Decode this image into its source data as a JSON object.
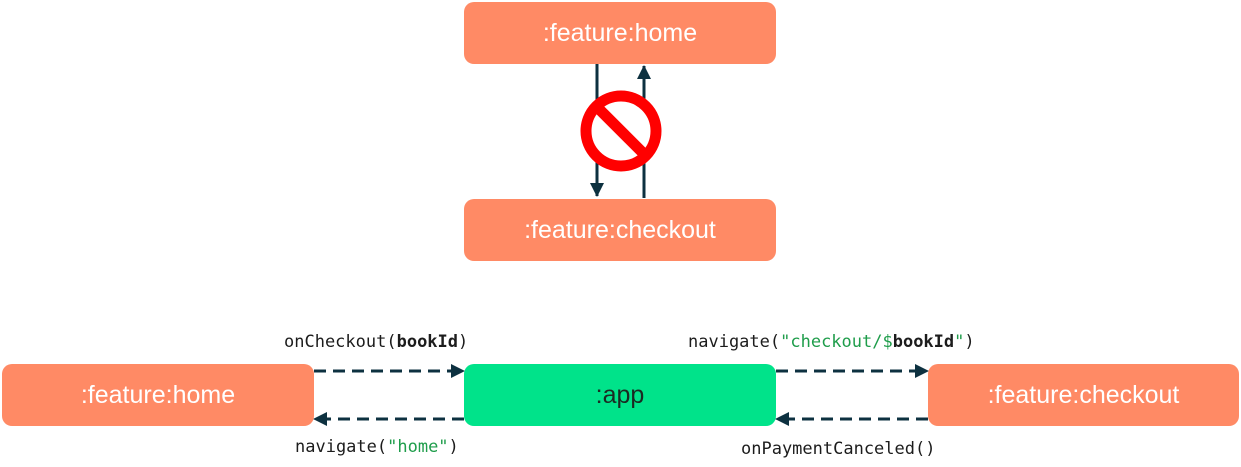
{
  "colors": {
    "module_box": "#ff8a65",
    "app_box": "#00e38a",
    "arrow": "#0d3140",
    "forbidden": "#ff0000",
    "string_literal": "#1f9d4b"
  },
  "top_diagram": {
    "home_module": ":feature:home",
    "checkout_module": ":feature:checkout",
    "forbidden_icon": "no-entry-sign"
  },
  "bottom_diagram": {
    "home_module": ":feature:home",
    "app_module": ":app",
    "checkout_module": ":feature:checkout",
    "labels": {
      "on_checkout": {
        "fn": "onCheckout(",
        "arg": "bookId",
        "close": ")"
      },
      "navigate_checkout": {
        "fn": "navigate(",
        "str_open": "\"checkout/$",
        "arg": "bookId",
        "str_close": "\"",
        "close": ")"
      },
      "navigate_home": {
        "fn": "navigate(",
        "str": "\"home\"",
        "close": ")"
      },
      "on_payment_canceled": {
        "text": "onPaymentCanceled()"
      }
    }
  }
}
